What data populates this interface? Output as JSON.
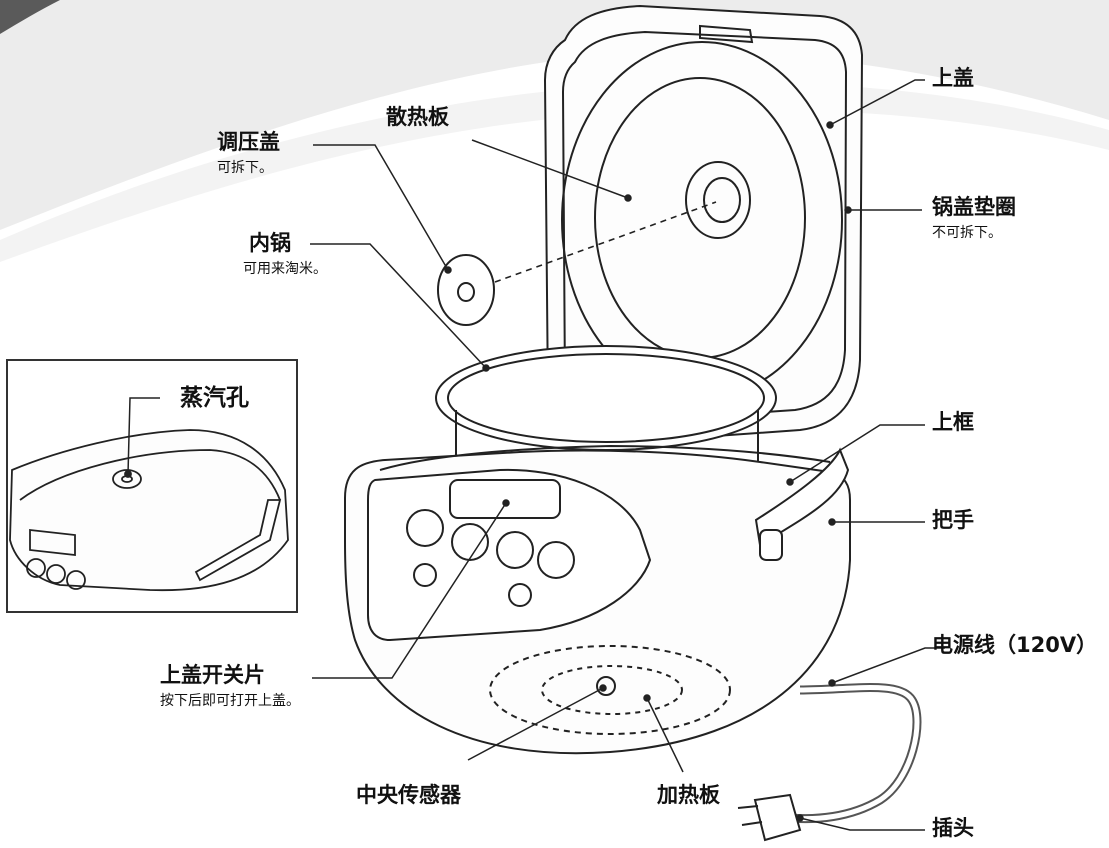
{
  "labels": {
    "lid": "上盖",
    "heat_plate": "散热板",
    "pressure_cap": "调压盖",
    "pressure_cap_note": "可拆下。",
    "lid_gasket": "锅盖垫圈",
    "lid_gasket_note": "不可拆下。",
    "inner_pot": "内锅",
    "inner_pot_note": "可用来淘米。",
    "steam_vent": "蒸汽孔",
    "upper_frame": "上框",
    "handle": "把手",
    "power_cord": "电源线（120V）",
    "lid_release": "上盖开关片",
    "lid_release_note": "按下后即可打开上盖。",
    "center_sensor": "中央传感器",
    "heating_plate": "加热板",
    "plug": "插头"
  },
  "colors": {
    "line": "#222222",
    "background_swirl": "#e9e9e9",
    "dark_swirl": "#5a5a5a",
    "inset_border": "#333333"
  }
}
